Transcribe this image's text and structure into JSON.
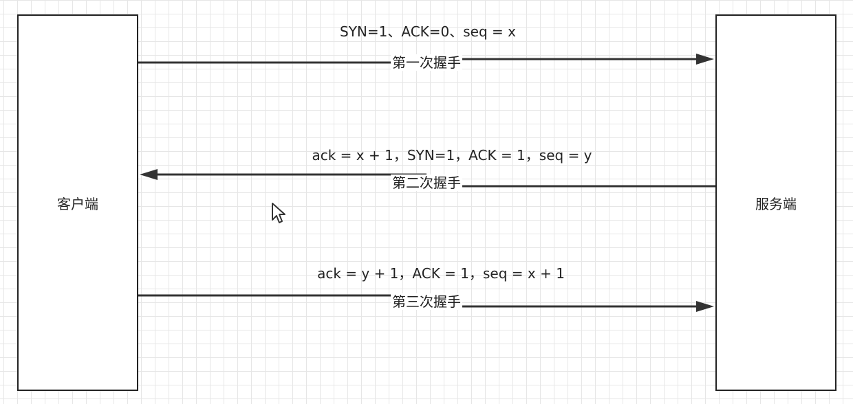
{
  "diagram": {
    "client_label": "客户端",
    "server_label": "服务端",
    "handshakes": [
      {
        "message": "SYN=1、ACK=0、seq = x",
        "step": "第一次握手",
        "direction": "client-to-server"
      },
      {
        "message": "ack = x + 1，SYN=1，ACK = 1，seq = y",
        "step": "第二次握手",
        "direction": "server-to-client"
      },
      {
        "message": "ack = y + 1，ACK = 1，seq = x + 1",
        "step": "第三次握手",
        "direction": "client-to-server"
      }
    ]
  },
  "cursor_icon": "mouse-pointer-icon",
  "colors": {
    "line": "#333333",
    "grid": "#e6e6e6"
  }
}
